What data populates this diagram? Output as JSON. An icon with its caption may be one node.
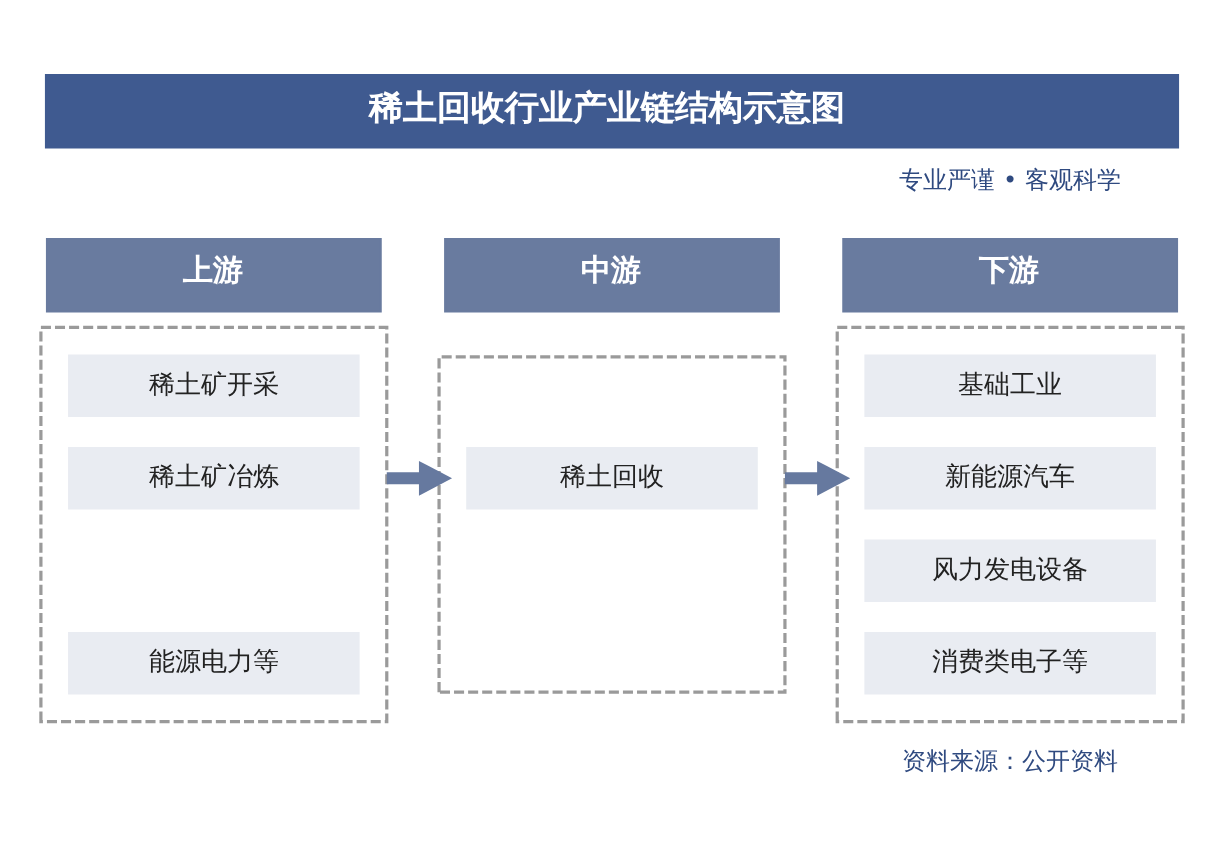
{
  "diagram": {
    "title": "稀土回收行业产业链结构示意图",
    "nodes": [
      {
        "text": [
          "上游"
        ]
      },
      {
        "text": [
          "中游"
        ]
      },
      {
        "text": [
          "下游"
        ]
      },
      {
        "text": [],
        "shape": "box"
      },
      {
        "text": [
          "稀土矿开采"
        ],
        "in": 3
      },
      {
        "text": [
          "稀土矿冶炼"
        ],
        "in": 3
      },
      {
        "text": [
          "能源电力等"
        ],
        "in": 3
      },
      {
        "text": [],
        "shape": "box"
      },
      {
        "text": [
          "稀土回收"
        ],
        "in": 7
      },
      {
        "text": [],
        "shape": "box"
      },
      {
        "text": [
          "基础工业"
        ],
        "in": 9
      },
      {
        "text": [
          "新能源汽车"
        ],
        "in": 9
      },
      {
        "text": [
          "风力发电设备"
        ],
        "in": 9
      },
      {
        "text": [
          "消费类电子等"
        ],
        "in": 9
      }
    ],
    "edges": [
      {
        "from": 3,
        "to": 7,
        "arrow": "to"
      },
      {
        "from": 7,
        "to": 9,
        "arrow": "to"
      }
    ],
    "labels": [
      "专业严谨 • 客观科学",
      "资料来源：公开资料"
    ]
  }
}
